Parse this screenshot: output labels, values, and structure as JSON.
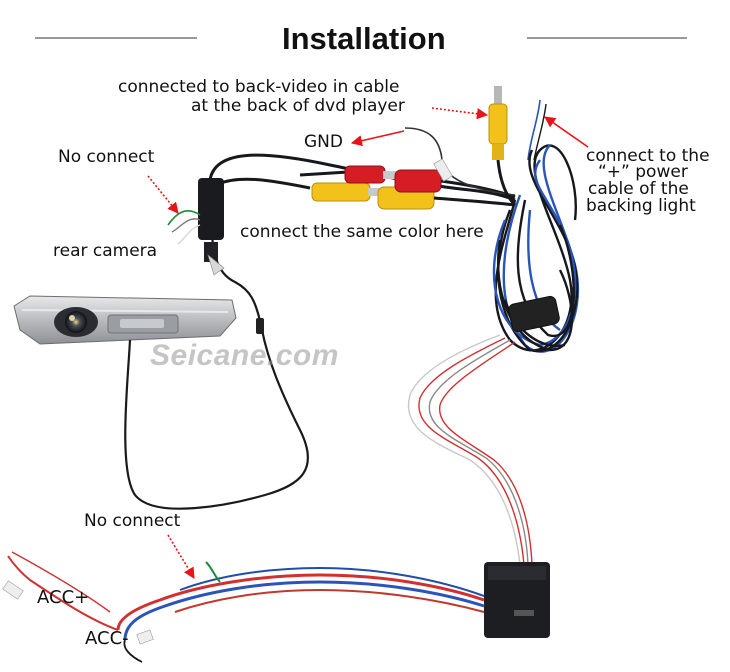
{
  "title": "Installation",
  "watermark": "Seicane.com",
  "labels": {
    "back_video_line1": "connected to back-video in cable",
    "back_video_line2": "at the back of dvd player",
    "gnd": "GND",
    "no_connect_top": "No connect",
    "power_line1": "connect to the",
    "power_line2": "“+”  power",
    "power_line3": "cable of the",
    "power_line4": "backing light",
    "same_color": "connect the same color here",
    "rear_camera": "rear camera",
    "no_connect_bottom": "No connect",
    "acc_plus": "ACC+",
    "acc_minus": "ACC-"
  },
  "colors": {
    "arrow": "#e8141a",
    "rca_yellow": "#f2c21b",
    "rca_red": "#d61c25",
    "cable_black": "#16181c",
    "cable_blue": "#2a55b8"
  }
}
